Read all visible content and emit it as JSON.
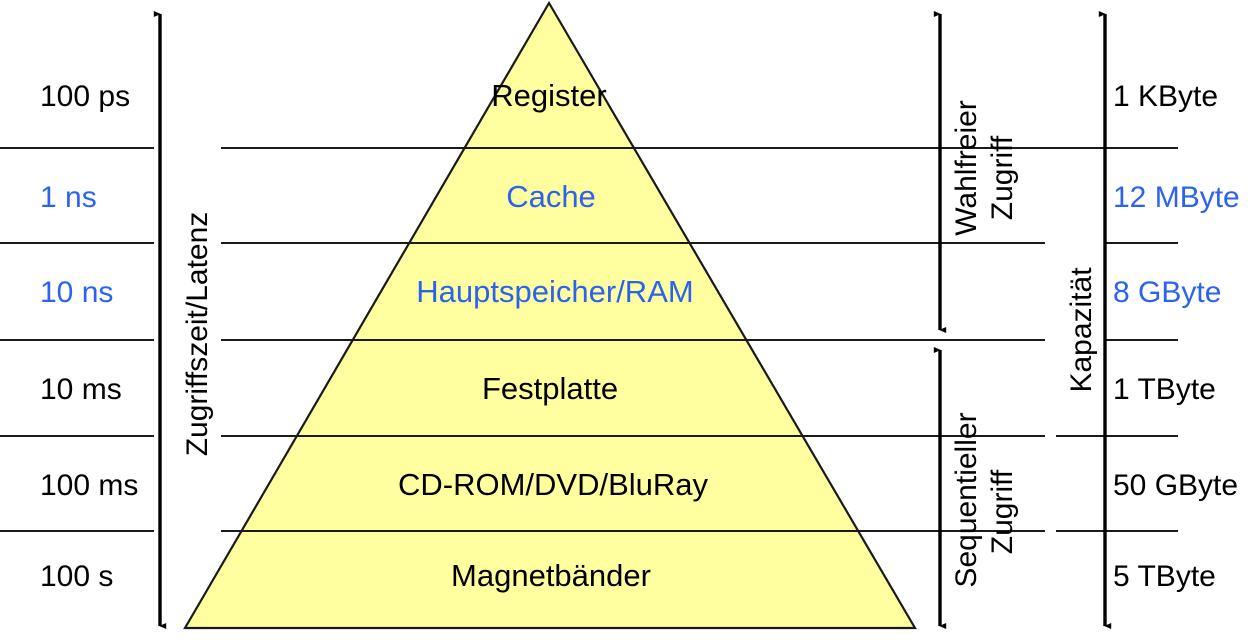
{
  "diagram": {
    "type": "memory-hierarchy-pyramid",
    "language": "de",
    "colors": {
      "pyramid_fill": "#ffffa0",
      "stroke": "#1a1a1a",
      "text": "#000000",
      "highlight_blue": "#2b62ef",
      "background": "#ffffff"
    },
    "left_axis": {
      "caption": "Zugriffszeit/Latenz",
      "direction": "down"
    },
    "right_axis_access": {
      "caption_top_line1": "Wahlfreier",
      "caption_top_line2": "Zugriff",
      "caption_bottom_line1": "Sequentieller",
      "caption_bottom_line2": "Zugriff"
    },
    "right_axis_capacity": {
      "caption": "Kapazität",
      "direction": "down"
    },
    "tiers": [
      {
        "name": "Register",
        "latency": "100 ps",
        "capacity": "1 KByte",
        "highlight": false,
        "access": "Wahlfreier Zugriff"
      },
      {
        "name": "Cache",
        "latency": "1 ns",
        "capacity": "12 MByte",
        "highlight": true,
        "access": "Wahlfreier Zugriff"
      },
      {
        "name": "Hauptspeicher/RAM",
        "latency": "10 ns",
        "capacity": "8 GByte",
        "highlight": true,
        "access": "Wahlfreier Zugriff"
      },
      {
        "name": "Festplatte",
        "latency": "10 ms",
        "capacity": "1 TByte",
        "highlight": false,
        "access": "Sequentieller Zugriff"
      },
      {
        "name": "CD-ROM/DVD/BluRay",
        "latency": "100 ms",
        "capacity": "50 GByte",
        "highlight": false,
        "access": "Sequentieller Zugriff"
      },
      {
        "name": "Magnetbänder",
        "latency": "100 s",
        "capacity": "5 TByte",
        "highlight": false,
        "access": "Sequentieller Zugriff"
      }
    ]
  }
}
